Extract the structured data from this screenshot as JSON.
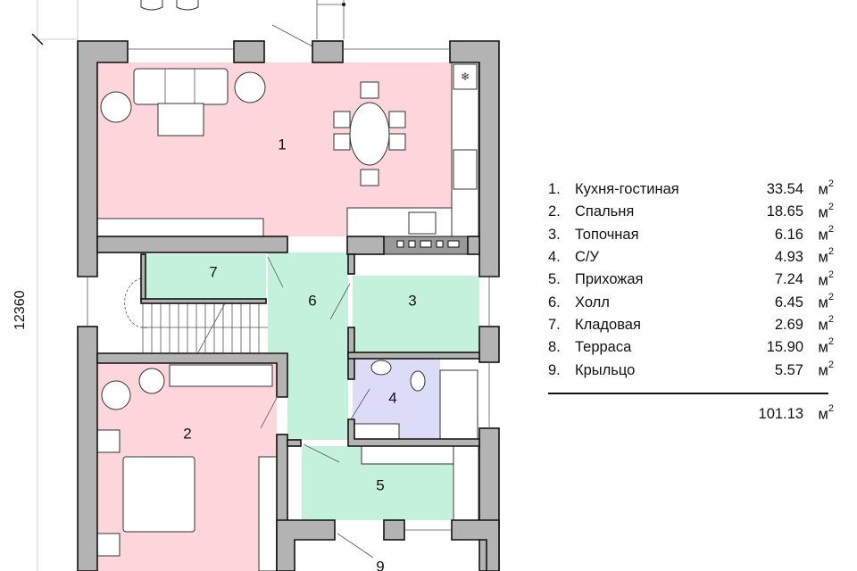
{
  "dimension_label": "12360",
  "rooms": [
    {
      "num": "1",
      "name": "Кухня-гостиная",
      "area": "33.54",
      "color": "#fdd6dc"
    },
    {
      "num": "2",
      "name": "Спальня",
      "area": "18.65",
      "color": "#fdd6dc"
    },
    {
      "num": "3",
      "name": "Топочная",
      "area": "6.16",
      "color": "#c4f1dc"
    },
    {
      "num": "4",
      "name": "С/У",
      "area": "4.93",
      "color": "#dcdcf8"
    },
    {
      "num": "5",
      "name": "Прихожая",
      "area": "7.24",
      "color": "#c4f1dc"
    },
    {
      "num": "6",
      "name": "Холл",
      "area": "6.45",
      "color": "#c4f1dc"
    },
    {
      "num": "7",
      "name": "Кладовая",
      "area": "2.69",
      "color": "#c4f1dc"
    },
    {
      "num": "8",
      "name": "Терраса",
      "area": "15.90"
    },
    {
      "num": "9",
      "name": "Крыльцо",
      "area": "5.57"
    }
  ],
  "legend_numbers": [
    "1.",
    "2.",
    "3.",
    "4.",
    "5.",
    "6.",
    "7.",
    "8.",
    "9."
  ],
  "unit": "м",
  "unit_power": "2",
  "total_area": "101.13",
  "wall_color": "#b3b3b3"
}
